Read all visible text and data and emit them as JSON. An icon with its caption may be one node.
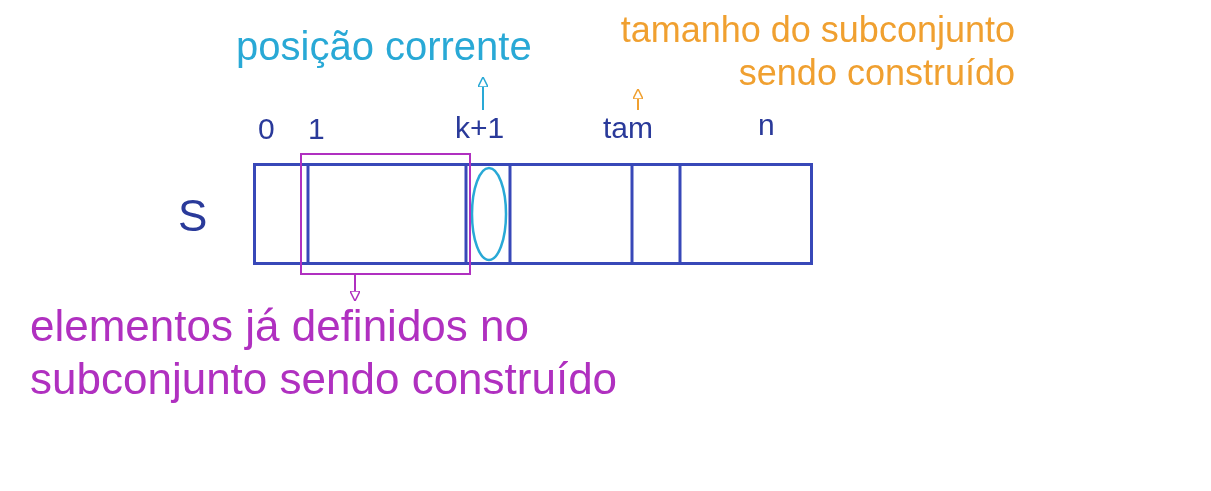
{
  "diagram": {
    "nodes": [
      {
        "text": [
          "posição corrente"
        ]
      },
      {
        "text": [
          "tamanho do subconjunto sendo construído"
        ]
      },
      {
        "text": [
          "k+1"
        ]
      },
      {
        "text": [
          "tam"
        ]
      },
      {
        "text": [],
        "shape": "bar",
        "beside": [
          "S"
        ]
      },
      {
        "text": [],
        "shape": "box"
      },
      {
        "text": [
          "elementos já definidos no subconjunto sendo construído"
        ]
      },
      {
        "text": [],
        "shape": "circle",
        "in": 4
      }
    ],
    "edges": [
      {
        "from": 2,
        "to": 0,
        "arrow": "to",
        "color": "#29a9d6"
      },
      {
        "from": 3,
        "to": 1,
        "arrow": "to",
        "color": "#f0a030"
      },
      {
        "from": 5,
        "to": 6,
        "arrow": "to",
        "color": "#b030c0"
      }
    ],
    "labels": [
      "0",
      "1",
      "n"
    ]
  }
}
